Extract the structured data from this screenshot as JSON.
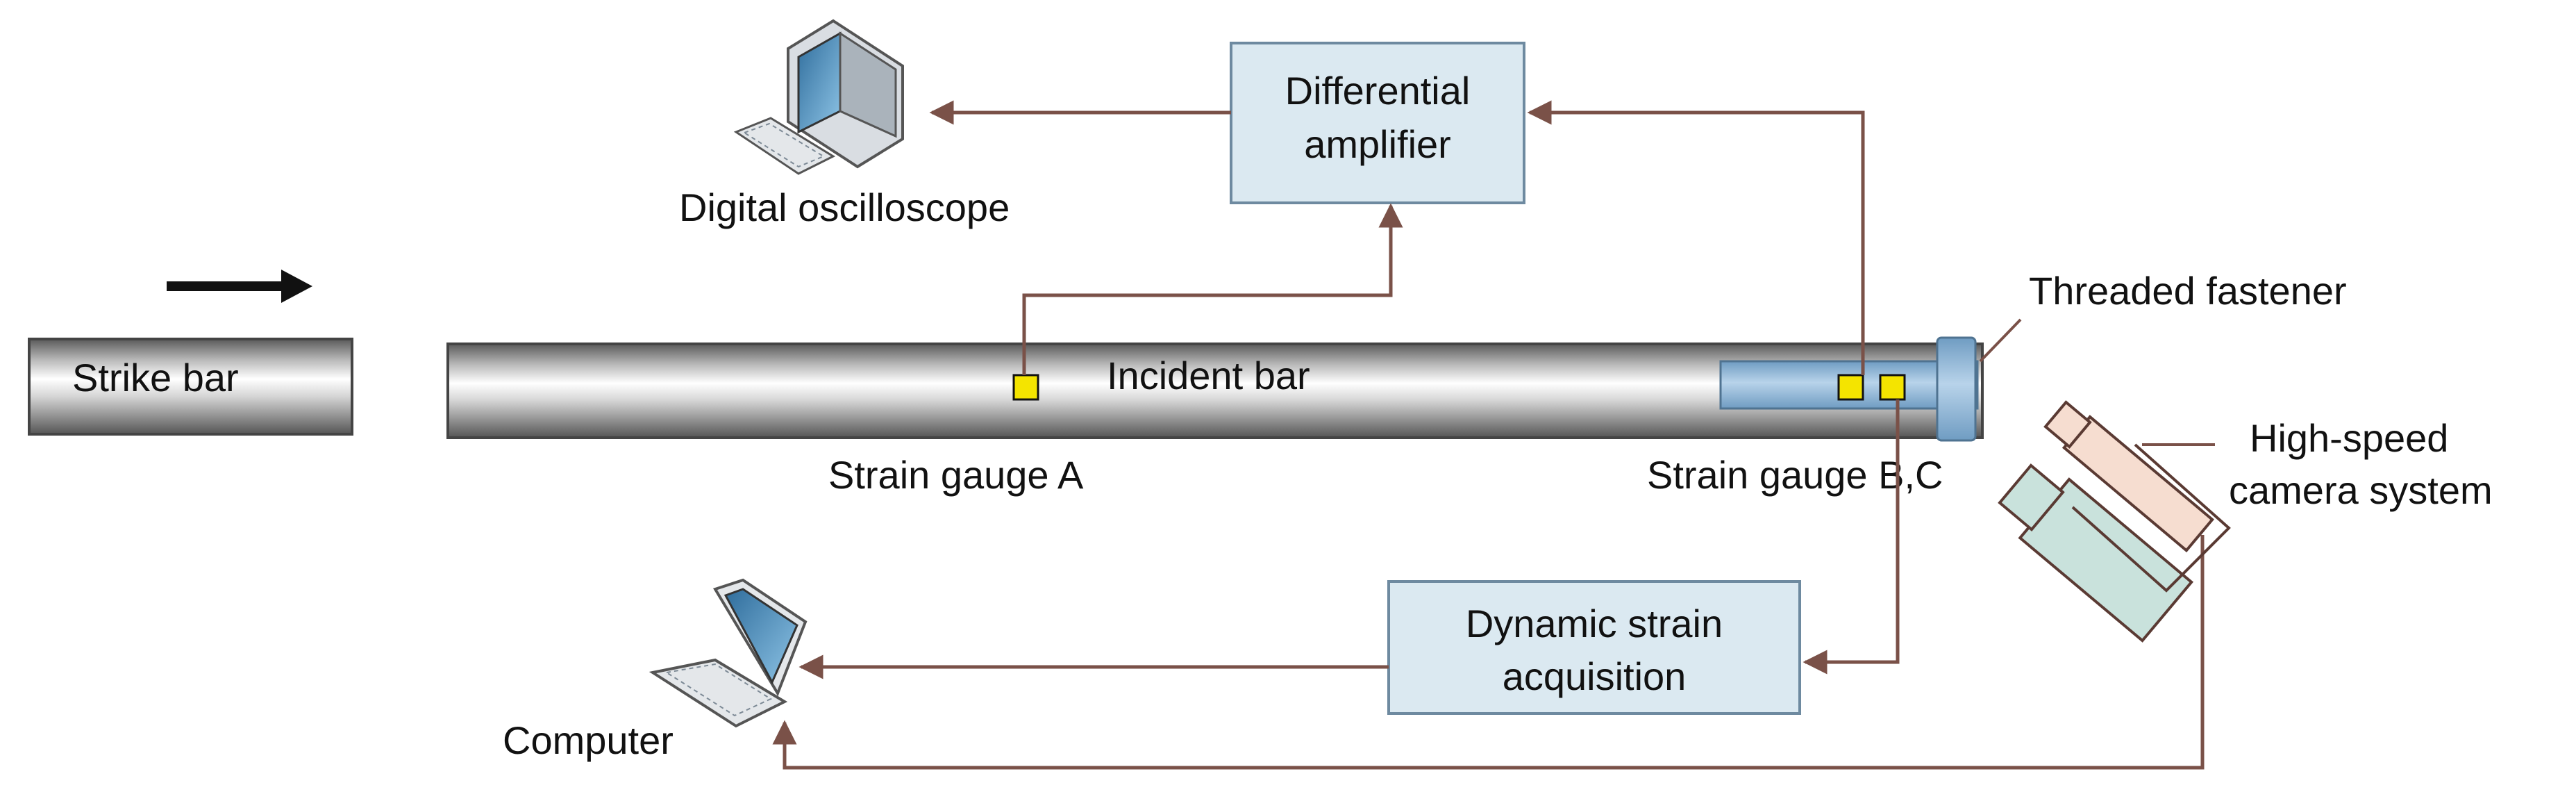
{
  "labels": {
    "strike_bar": "Strike bar",
    "incident_bar": "Incident bar",
    "strain_gauge_a": "Strain gauge A",
    "strain_gauge_bc": "Strain gauge B,C",
    "threaded_fastener": "Threaded fastener",
    "camera_line1": "High-speed",
    "camera_line2": "camera system",
    "digital_oscilloscope": "Digital oscilloscope",
    "computer": "Computer"
  },
  "boxes": {
    "differential_amplifier": {
      "line1": "Differential",
      "line2": "amplifier"
    },
    "dynamic_strain_acquisition": {
      "line1": "Dynamic strain",
      "line2": "acquisition"
    }
  },
  "colors": {
    "wire": "#7a5148",
    "box_fill": "#dbe9f1",
    "box_stroke": "#6e8aa0",
    "gauge_fill": "#f4e400",
    "fastener_fill": "#8fb6d6",
    "camera_body": "#c9e2dc",
    "camera_light": "#f6ddd0"
  }
}
